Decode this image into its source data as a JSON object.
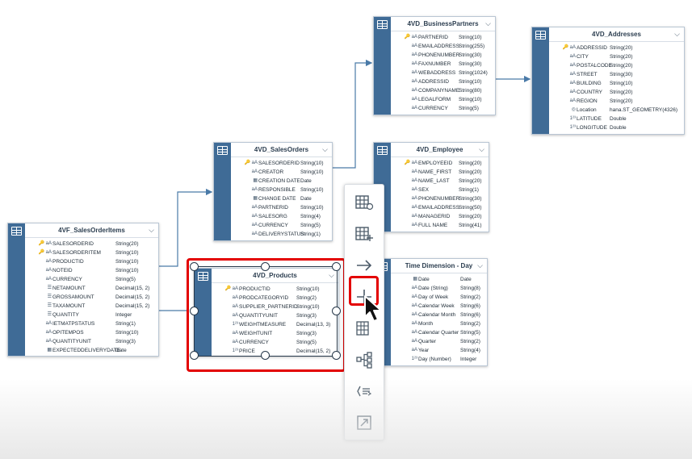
{
  "tables": {
    "sales_order_items": {
      "title": "4VF_SalesOrderItems",
      "rows": [
        {
          "icon": "key",
          "name": "SALESORDERID",
          "type": "String(20)"
        },
        {
          "icon": "key",
          "name": "SALESORDERITEM",
          "type": "String(10)"
        },
        {
          "icon": "text",
          "name": "PRODUCTID",
          "type": "String(10)"
        },
        {
          "icon": "text",
          "name": "NOTEID",
          "type": "String(10)"
        },
        {
          "icon": "text",
          "name": "CURRENCY",
          "type": "String(5)"
        },
        {
          "icon": "measure",
          "name": "NETAMOUNT",
          "type": "Decimal(15, 2)"
        },
        {
          "icon": "measure",
          "name": "GROSSAMOUNT",
          "type": "Decimal(15, 2)"
        },
        {
          "icon": "measure",
          "name": "TAXAMOUNT",
          "type": "Decimal(15, 2)"
        },
        {
          "icon": "measure",
          "name": "QUANTITY",
          "type": "Integer"
        },
        {
          "icon": "text",
          "name": "IETMATPSTATUS",
          "type": "String(1)"
        },
        {
          "icon": "text",
          "name": "OPITEMPOS",
          "type": "String(10)"
        },
        {
          "icon": "text",
          "name": "QUANTITYUNIT",
          "type": "String(3)"
        },
        {
          "icon": "date",
          "name": "EXPECTEDDELIVERYDATE",
          "type": "Date"
        }
      ]
    },
    "sales_orders": {
      "title": "4VD_SalesOrders",
      "rows": [
        {
          "icon": "key",
          "name": "SALESORDERID",
          "type": "String(10)"
        },
        {
          "icon": "text",
          "name": "CREATOR",
          "type": "String(10)"
        },
        {
          "icon": "date",
          "name": "CREATION DATE",
          "type": "Date"
        },
        {
          "icon": "text",
          "name": "RESPONSIBLE",
          "type": "String(10)"
        },
        {
          "icon": "date",
          "name": "CHANGE DATE",
          "type": "Date"
        },
        {
          "icon": "text",
          "name": "PARTNERID",
          "type": "String(10)"
        },
        {
          "icon": "text",
          "name": "SALESORG",
          "type": "String(4)"
        },
        {
          "icon": "text",
          "name": "CURRENCY",
          "type": "String(5)"
        },
        {
          "icon": "text",
          "name": "DELIVERYSTATUS",
          "type": "String(1)"
        }
      ]
    },
    "products": {
      "title": "4VD_Products",
      "rows": [
        {
          "icon": "key",
          "name": "PRODUCTID",
          "type": "String(10)"
        },
        {
          "icon": "text",
          "name": "PRODCATEGORYID",
          "type": "String(2)"
        },
        {
          "icon": "text",
          "name": "SUPPLIER_PARTNERID",
          "type": "String(10)"
        },
        {
          "icon": "text",
          "name": "QUANTITYUNIT",
          "type": "String(3)"
        },
        {
          "icon": "num",
          "name": "WEIGHTMEASURE",
          "type": "Decimal(13, 3)"
        },
        {
          "icon": "text",
          "name": "WEIGHTUNIT",
          "type": "String(3)"
        },
        {
          "icon": "text",
          "name": "CURRENCY",
          "type": "String(5)"
        },
        {
          "icon": "num",
          "name": "PRICE",
          "type": "Decimal(15, 2)"
        }
      ]
    },
    "business_partners": {
      "title": "4VD_BusinessPartners",
      "rows": [
        {
          "icon": "key",
          "name": "PARTNERID",
          "type": "String(10)"
        },
        {
          "icon": "text",
          "name": "EMAILADDRESS",
          "type": "String(255)"
        },
        {
          "icon": "text",
          "name": "PHONENUMBER",
          "type": "String(30)"
        },
        {
          "icon": "text",
          "name": "FAXNUMBER",
          "type": "String(30)"
        },
        {
          "icon": "text",
          "name": "WEBADDRESS",
          "type": "String(1024)"
        },
        {
          "icon": "text",
          "name": "ADDRESSID",
          "type": "String(10)"
        },
        {
          "icon": "text",
          "name": "COMPANYNAME",
          "type": "String(80)"
        },
        {
          "icon": "text",
          "name": "LEGALFORM",
          "type": "String(10)"
        },
        {
          "icon": "text",
          "name": "CURRENCY",
          "type": "String(5)"
        }
      ]
    },
    "employee": {
      "title": "4VD_Employee",
      "rows": [
        {
          "icon": "key",
          "name": "EMPLOYEEID",
          "type": "String(20)"
        },
        {
          "icon": "text",
          "name": "NAME_FIRST",
          "type": "String(20)"
        },
        {
          "icon": "text",
          "name": "NAME_LAST",
          "type": "String(20)"
        },
        {
          "icon": "text",
          "name": "SEX",
          "type": "String(1)"
        },
        {
          "icon": "text",
          "name": "PHONENUMBER",
          "type": "String(30)"
        },
        {
          "icon": "text",
          "name": "EMAILADDRESS",
          "type": "String(50)"
        },
        {
          "icon": "text",
          "name": "MANAGERID",
          "type": "String(20)"
        },
        {
          "icon": "text",
          "name": "FULL NAME",
          "type": "String(41)"
        }
      ]
    },
    "addresses": {
      "title": "4VD_Addresses",
      "rows": [
        {
          "icon": "key",
          "name": "ADDRESSID",
          "type": "String(20)"
        },
        {
          "icon": "text",
          "name": "CITY",
          "type": "String(20)"
        },
        {
          "icon": "text",
          "name": "POSTALCODE",
          "type": "String(20)"
        },
        {
          "icon": "text",
          "name": "STREET",
          "type": "String(30)"
        },
        {
          "icon": "text",
          "name": "BUILDING",
          "type": "String(10)"
        },
        {
          "icon": "text",
          "name": "COUNTRY",
          "type": "String(20)"
        },
        {
          "icon": "text",
          "name": "REGION",
          "type": "String(20)"
        },
        {
          "icon": "geo",
          "name": "Location",
          "type": "hana.ST_GEOMETRY(4326)"
        },
        {
          "icon": "num",
          "name": "LATITUDE",
          "type": "Double"
        },
        {
          "icon": "num",
          "name": "LONGITUDE",
          "type": "Double"
        }
      ]
    },
    "time_dimension": {
      "title": "Time Dimension - Day",
      "rows": [
        {
          "icon": "date",
          "name": "Date",
          "type": "Date"
        },
        {
          "icon": "text",
          "name": "Date (String)",
          "type": "String(8)"
        },
        {
          "icon": "text",
          "name": "Day of Week",
          "type": "String(2)"
        },
        {
          "icon": "text",
          "name": "Calendar Week",
          "type": "String(6)"
        },
        {
          "icon": "text",
          "name": "Calendar Month",
          "type": "String(6)"
        },
        {
          "icon": "text",
          "name": "Month",
          "type": "String(2)"
        },
        {
          "icon": "text",
          "name": "Calendar Quarter",
          "type": "String(5)"
        },
        {
          "icon": "text",
          "name": "Quarter",
          "type": "String(2)"
        },
        {
          "icon": "text",
          "name": "Year",
          "type": "String(4)"
        },
        {
          "icon": "num",
          "name": "Day (Number)",
          "type": "Integer"
        }
      ]
    }
  },
  "icon_glyphs": {
    "key": "🔑 aA",
    "text": "aA",
    "date": "▦",
    "measure": "☰",
    "num": "1²³",
    "geo": "◎"
  },
  "chevron": "⌵",
  "toolbar": {
    "items": [
      {
        "name": "add-table-icon",
        "tooltip": ""
      },
      {
        "name": "add-view-icon",
        "tooltip": ""
      },
      {
        "name": "create-association-icon",
        "tooltip": ""
      },
      {
        "name": "add-column-icon",
        "tooltip": ""
      },
      {
        "name": "join-icon",
        "tooltip": ""
      },
      {
        "name": "hierarchy-icon",
        "tooltip": ""
      },
      {
        "name": "rename-icon",
        "tooltip": ""
      },
      {
        "name": "open-in-editor-icon",
        "tooltip": ""
      }
    ]
  },
  "colors": {
    "strip": "#3f6b96",
    "link": "#4a7aa8",
    "highlight": "#e30000"
  }
}
